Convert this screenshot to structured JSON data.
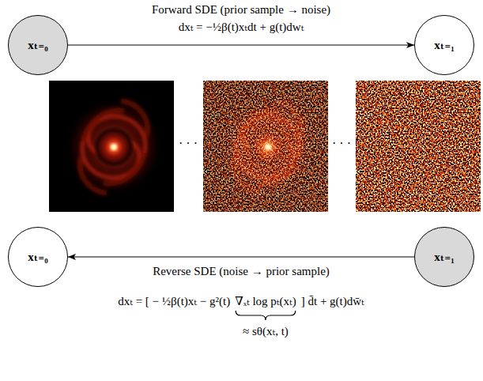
{
  "diagram": {
    "nodes": [
      {
        "text": [
          "xₜ₌₀"
        ]
      },
      {
        "text": [
          "xₜ₌₁"
        ]
      },
      {
        "text": [
          "xₜ₌₀"
        ]
      },
      {
        "text": [
          "xₜ₌₁"
        ]
      }
    ],
    "edges": [
      {
        "from": 0,
        "to": 1,
        "arrow": "to"
      },
      {
        "from": 3,
        "to": 2,
        "arrow": "to"
      }
    ],
    "labels": [
      "Forward SDE (prior sample → noise)",
      "dxₜ = −½β(t)xₜdt + g(t)dwₜ",
      "· · ·",
      "· · ·",
      "Reverse SDE (noise → prior sample)",
      "dxₜ = [ − ½β(t)xₜ − g²(t)",
      "∇ₓₜ log pₜ(xₜ)",
      "] d̄t + g(t)dw̄ₜ",
      "≈ sθ(xₜ, t)"
    ]
  }
}
